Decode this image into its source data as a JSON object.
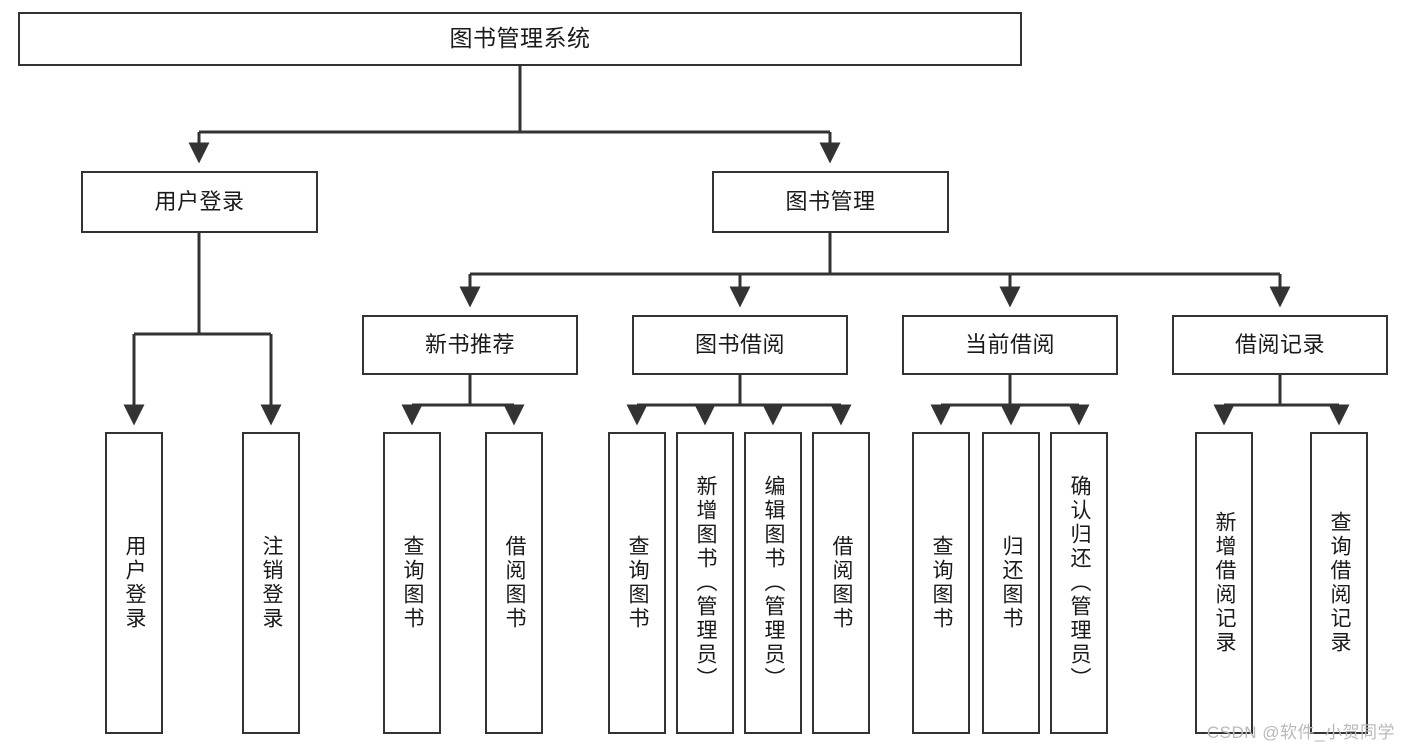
{
  "diagram": {
    "title": "图书管理系统",
    "type": "tree-hierarchy",
    "watermark": "CSDN @软件_小贺同学",
    "colors": {
      "box_border": "#333333",
      "box_fill": "#ffffff",
      "connector": "#333333",
      "text": "#1a1a1a",
      "watermark": "#b9b9b9",
      "background": "#ffffff"
    },
    "nodes": {
      "root": {
        "label": "图书管理系统"
      },
      "level2": [
        {
          "id": "user-login",
          "label": "用户登录"
        },
        {
          "id": "book-management",
          "label": "图书管理"
        }
      ],
      "level3": [
        {
          "id": "new-book-recommend",
          "label": "新书推荐"
        },
        {
          "id": "book-borrow",
          "label": "图书借阅"
        },
        {
          "id": "current-borrow",
          "label": "当前借阅"
        },
        {
          "id": "borrow-record",
          "label": "借阅记录"
        }
      ],
      "leaves": {
        "user_login": [
          {
            "id": "leaf-user-login",
            "label": "用户登录"
          },
          {
            "id": "leaf-logout",
            "label": "注销登录"
          }
        ],
        "new_book_recommend": [
          {
            "id": "leaf-query-book-1",
            "label": "查询图书"
          },
          {
            "id": "leaf-borrow-book-1",
            "label": "借阅图书"
          }
        ],
        "book_borrow": [
          {
            "id": "leaf-query-book-2",
            "label": "查询图书"
          },
          {
            "id": "leaf-add-book",
            "label": "新增图书（管理员）"
          },
          {
            "id": "leaf-edit-book",
            "label": "编辑图书（管理员）"
          },
          {
            "id": "leaf-borrow-book-2",
            "label": "借阅图书"
          }
        ],
        "current_borrow": [
          {
            "id": "leaf-query-book-3",
            "label": "查询图书"
          },
          {
            "id": "leaf-return-book",
            "label": "归还图书"
          },
          {
            "id": "leaf-confirm-return",
            "label": "确认归还（管理员）"
          }
        ],
        "borrow_record": [
          {
            "id": "leaf-add-record",
            "label": "新增借阅记录"
          },
          {
            "id": "leaf-query-record",
            "label": "查询借阅记录"
          }
        ]
      }
    }
  }
}
